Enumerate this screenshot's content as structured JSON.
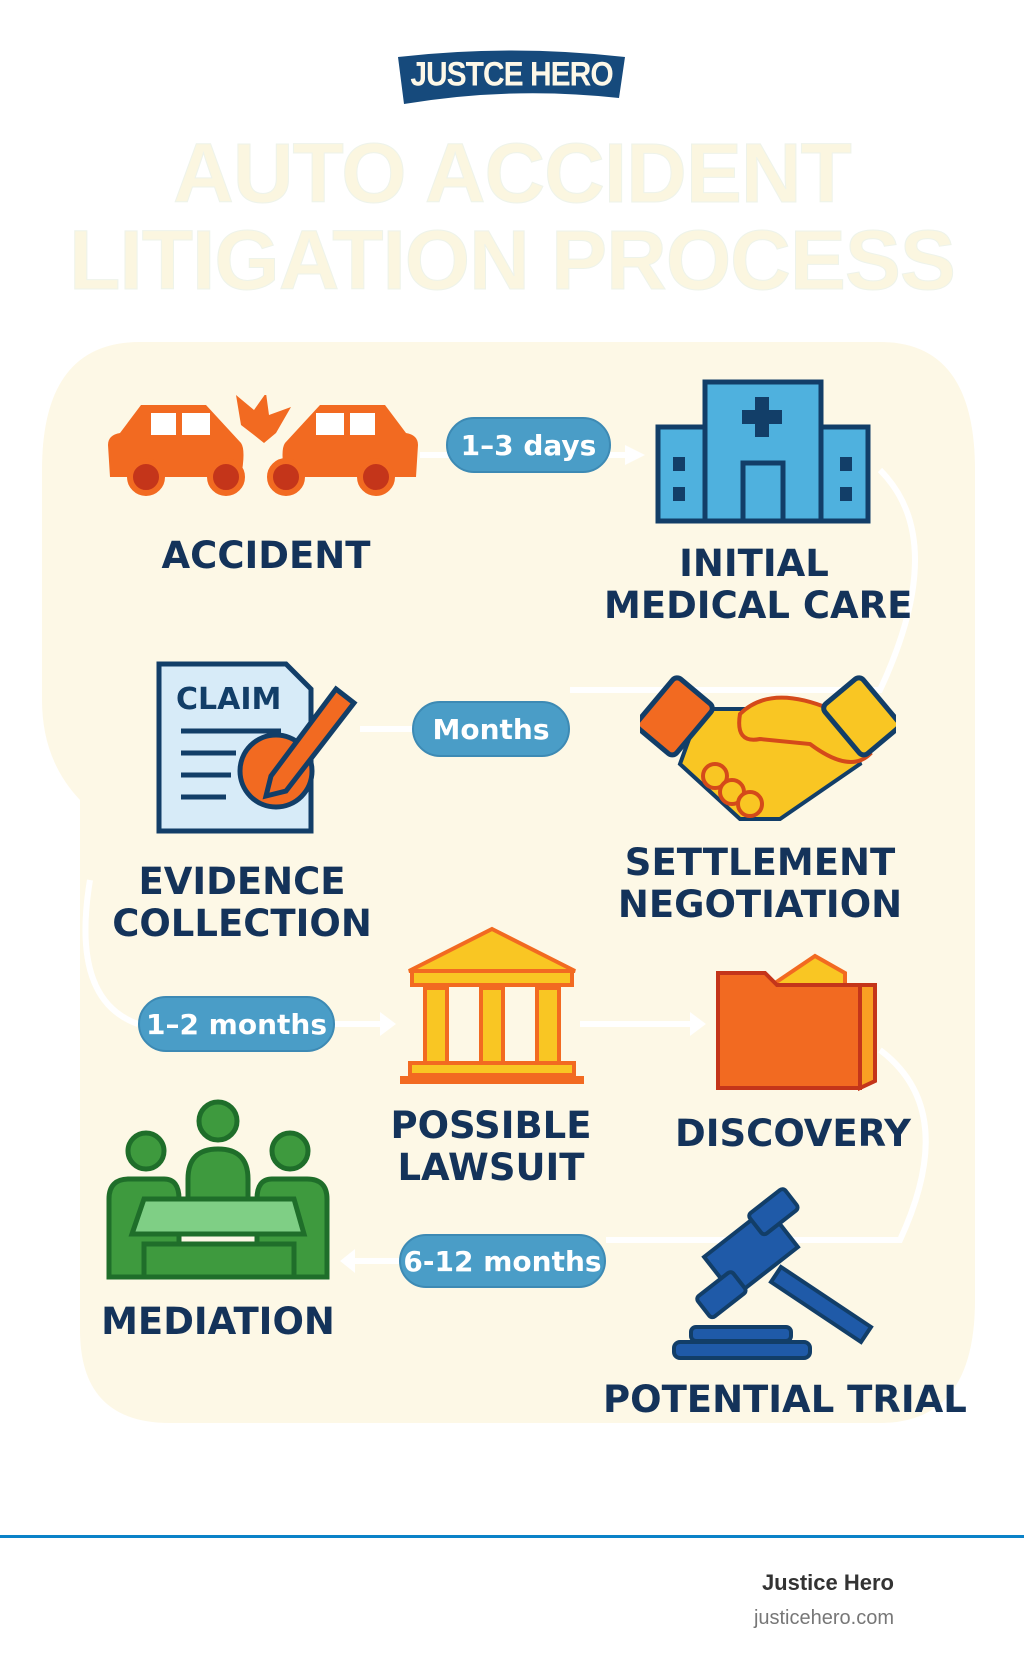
{
  "logo": {
    "text": "JUSTCE HERO",
    "color": "#164a7c"
  },
  "title": {
    "line1": "AUTO ACCIDENT",
    "line2": "LITIGATION PROCESS"
  },
  "steps": [
    {
      "label_lines": [
        "ACCIDENT"
      ],
      "icon": "car-crash-icon"
    },
    {
      "label_lines": [
        "INITIAL",
        "MEDICAL CARE"
      ],
      "icon": "hospital-icon"
    },
    {
      "label_lines": [
        "EVIDENCE",
        "COLLECTION"
      ],
      "icon": "claim-document-icon"
    },
    {
      "label_lines": [
        "SETTLEMENT",
        "NEGOTIATION"
      ],
      "icon": "handshake-icon"
    },
    {
      "label_lines": [
        "POSSIBLE",
        "LAWSUIT"
      ],
      "icon": "courthouse-icon"
    },
    {
      "label_lines": [
        "DISCOVERY"
      ],
      "icon": "folder-icon"
    },
    {
      "label_lines": [
        "MEDIATION"
      ],
      "icon": "meeting-icon"
    },
    {
      "label_lines": [
        "POTENTIAL TRIAL"
      ],
      "icon": "gavel-icon"
    }
  ],
  "durations": [
    "1–3 days",
    "Months",
    "1–2 months",
    "6-12 months"
  ],
  "claim_text": "CLAIM",
  "colors": {
    "background_blob": "#fdf8e6",
    "label": "#14335a",
    "pill": "#4a9dc7",
    "footer_line": "#0a82c8"
  },
  "footer": {
    "name": "Justice Hero",
    "url": "justicehero.com"
  }
}
